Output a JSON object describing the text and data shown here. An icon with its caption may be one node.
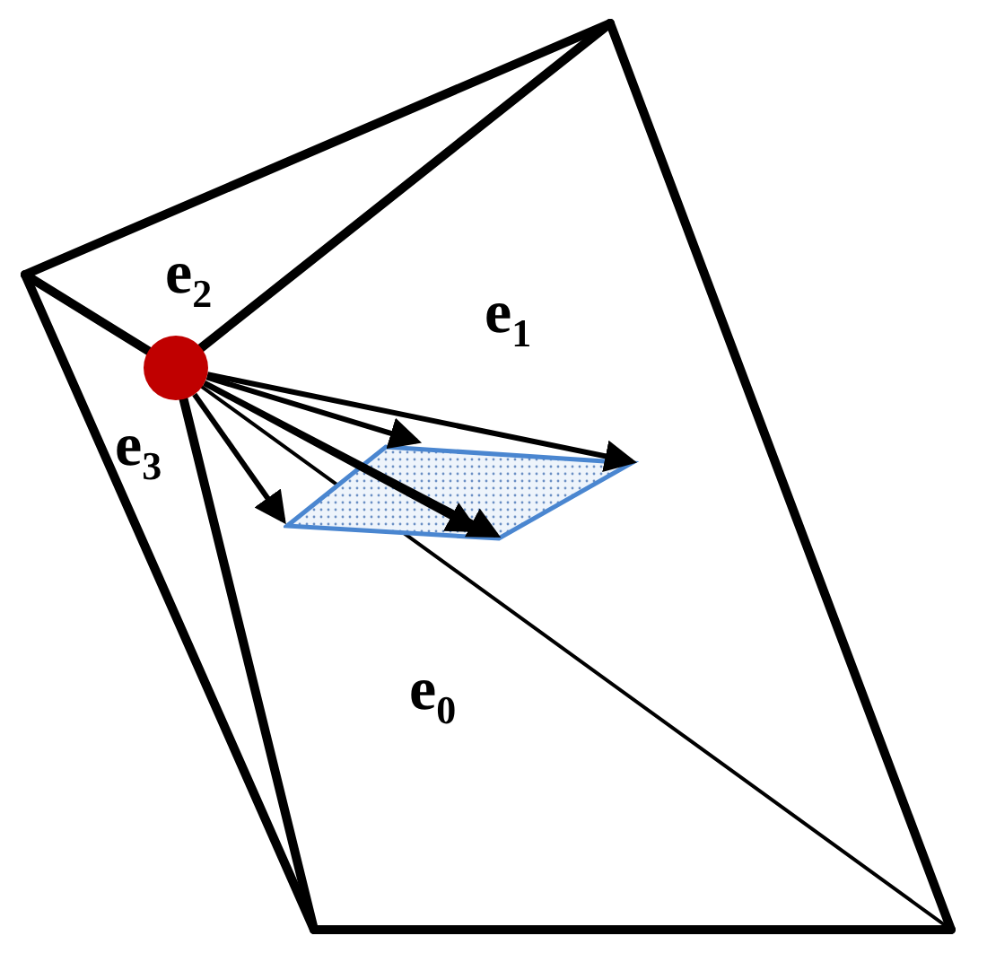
{
  "diagram": {
    "nodes": [
      {
        "text": [],
        "shape": "circle"
      },
      {
        "text": [],
        "shape": "parallelogram"
      }
    ],
    "edges": [
      {
        "from": 0,
        "to": 1,
        "arrow": "to"
      },
      {
        "from": 0,
        "to": 1,
        "arrow": "to"
      },
      {
        "from": 0,
        "to": 1,
        "arrow": "to"
      },
      {
        "from": 0,
        "to": 1,
        "arrow": "to"
      },
      {
        "from": 0,
        "to": 1,
        "arrow": "to"
      }
    ],
    "labels": [
      "e$_{2}$",
      "e$_{1}$",
      "e$_{3}$",
      "e$_{0}$"
    ]
  }
}
